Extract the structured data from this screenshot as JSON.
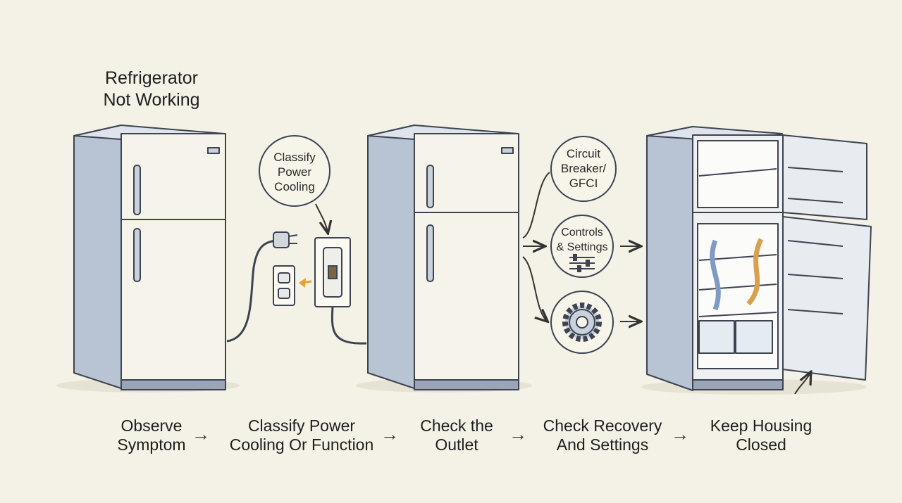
{
  "title": "Refrigerator\nNot Working",
  "bubbles": {
    "classify": "Classify\nPower\nCooling",
    "breaker": "Circuit\nBreaker/\nGFCI",
    "controls": "Controls\n& Settings"
  },
  "steps": [
    {
      "label": "Observe\nSymptom"
    },
    {
      "label": "Classify Power\nCooling Or Function"
    },
    {
      "label": "Check the\nOutlet"
    },
    {
      "label": "Check Recovery\nAnd Settings"
    },
    {
      "label": "Keep Housing\nClosed"
    }
  ],
  "step_arrow": "→",
  "icons": [
    "plug-cord-icon",
    "wall-outlet-icon",
    "gfci-outlet-icon",
    "gear-icon",
    "sliders-icon"
  ],
  "colors": {
    "background": "#f4f1e6",
    "fridge_side": "#b8c3d3",
    "fridge_front": "#f6f3ea",
    "outline": "#3d4450",
    "cool_arrow": "#7f9bc4",
    "warm_arrow": "#d9a050",
    "orange_arrow": "#e8a030"
  }
}
